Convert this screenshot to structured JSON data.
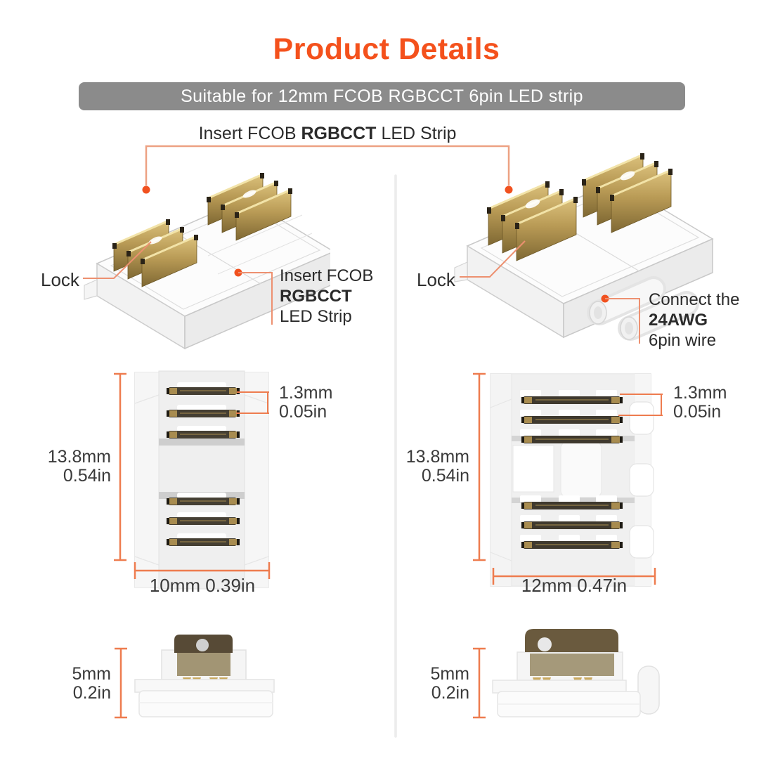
{
  "header": {
    "title": "Product Details",
    "banner": "Suitable for 12mm FCOB RGBCCT 6pin LED strip"
  },
  "top_label": {
    "pre": "Insert FCOB",
    "bold": "RGBCCT",
    "post": "LED Strip"
  },
  "left_connector": {
    "lock": "Lock",
    "note_line1": "Insert FCOB",
    "note_line2": "RGBCCT",
    "note_line3": "LED Strip"
  },
  "right_connector": {
    "lock": "Lock",
    "note_line1": "Connect the",
    "note_line2": "24AWG",
    "note_line3": "6pin wire"
  },
  "dims": {
    "left": {
      "height_mm": "13.8mm",
      "height_in": "0.54in",
      "pitch_mm": "1.3mm",
      "pitch_in": "0.05in",
      "width": "10mm 0.39in",
      "thickness_mm": "5mm",
      "thickness_in": "0.2in"
    },
    "right": {
      "height_mm": "13.8mm",
      "height_in": "0.54in",
      "pitch_mm": "1.3mm",
      "pitch_in": "0.05in",
      "width": "12mm 0.47in",
      "thickness_mm": "5mm",
      "thickness_in": "0.2in"
    }
  },
  "colors": {
    "accent_title": "#f4511c",
    "leader_line": "#ed8259",
    "dimension_line": "#ee7c4f",
    "marker_dot": "#f1511f",
    "banner_bg": "#8b8b8b",
    "divider": "#ececec",
    "pin_gold": "#c3a159",
    "text": "#2e2e2e"
  }
}
